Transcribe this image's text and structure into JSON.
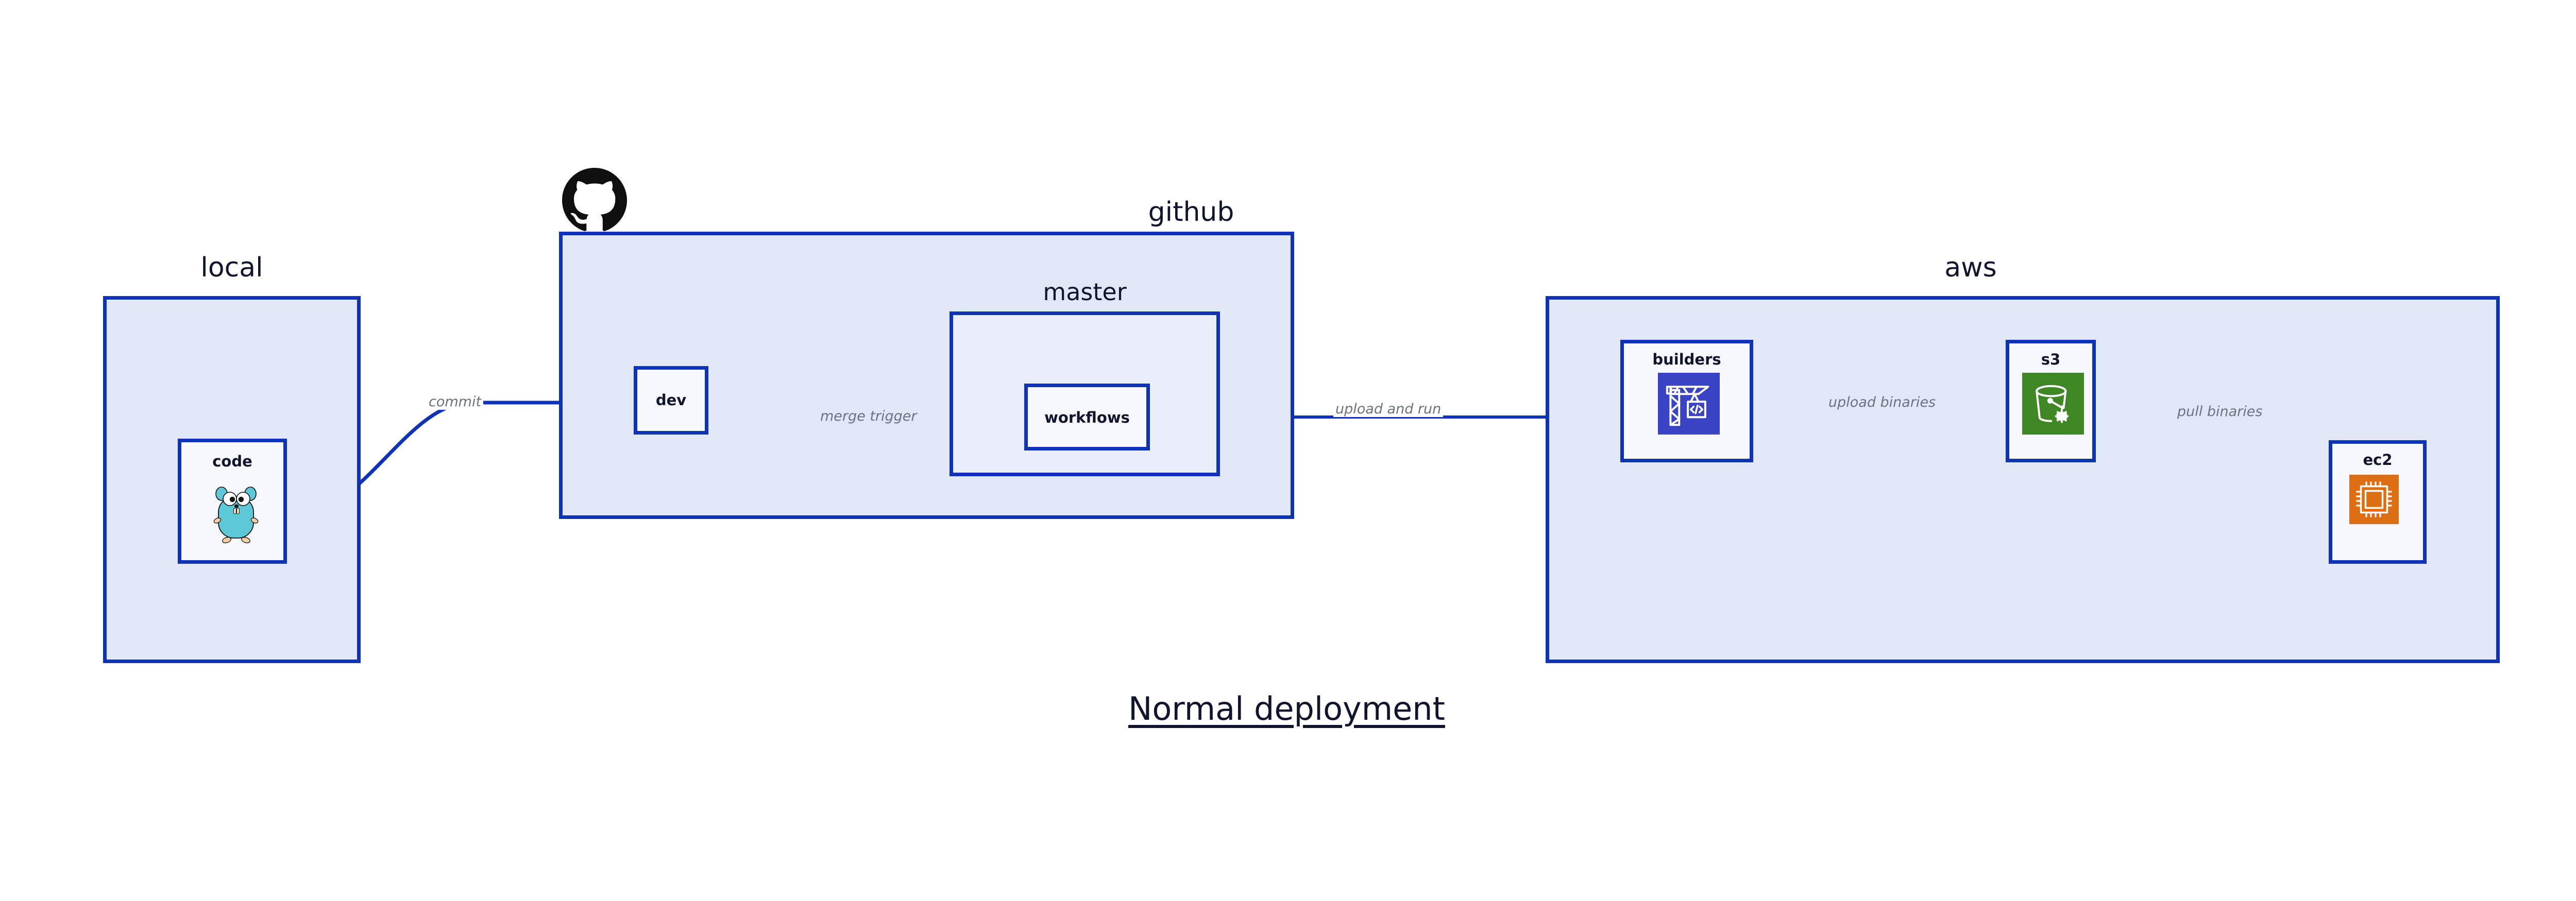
{
  "diagram": {
    "caption": "Normal deployment",
    "accent_border": "#0f33b5",
    "group_fill": "#e2e7f8",
    "node_fill": "#eaeefb",
    "label_color": "#6b7280",
    "text_color": "#10142c"
  },
  "groups": [
    {
      "id": "local",
      "title": "local"
    },
    {
      "id": "github",
      "title": "github"
    },
    {
      "id": "aws",
      "title": "aws"
    }
  ],
  "local": {
    "title": "local",
    "nodes": [
      {
        "id": "code",
        "label": "code",
        "icon": "go-gopher-icon"
      }
    ]
  },
  "github": {
    "title": "github",
    "logo": "github-octocat-icon",
    "nodes": [
      {
        "id": "dev",
        "label": "dev"
      }
    ],
    "subgroups": [
      {
        "id": "master",
        "title": "master",
        "nodes": [
          {
            "id": "workflows",
            "label": "workflows"
          }
        ]
      }
    ]
  },
  "aws": {
    "title": "aws",
    "nodes": [
      {
        "id": "builders",
        "label": "builders",
        "icon": "aws-crane-builders-icon",
        "icon_color": "#3a43c4"
      },
      {
        "id": "s3",
        "label": "s3",
        "icon": "aws-s3-glacier-bucket-icon",
        "icon_color": "#3f8624"
      },
      {
        "id": "ec2",
        "label": "ec2",
        "icon": "aws-ec2-chip-icon",
        "icon_color": "#dd6f12"
      }
    ]
  },
  "edges": [
    {
      "id": "commit",
      "label": "commit",
      "from": "code",
      "to": "dev"
    },
    {
      "id": "merge-trigger",
      "label": "merge trigger",
      "from": "dev",
      "to": "workflows"
    },
    {
      "id": "upload-and-run",
      "label": "upload and run",
      "from": "workflows",
      "to": "builders"
    },
    {
      "id": "upload-binaries",
      "label": "upload binaries",
      "from": "builders",
      "to": "s3"
    },
    {
      "id": "pull-binaries",
      "label": "pull binaries",
      "from": "s3",
      "to": "ec2"
    }
  ]
}
